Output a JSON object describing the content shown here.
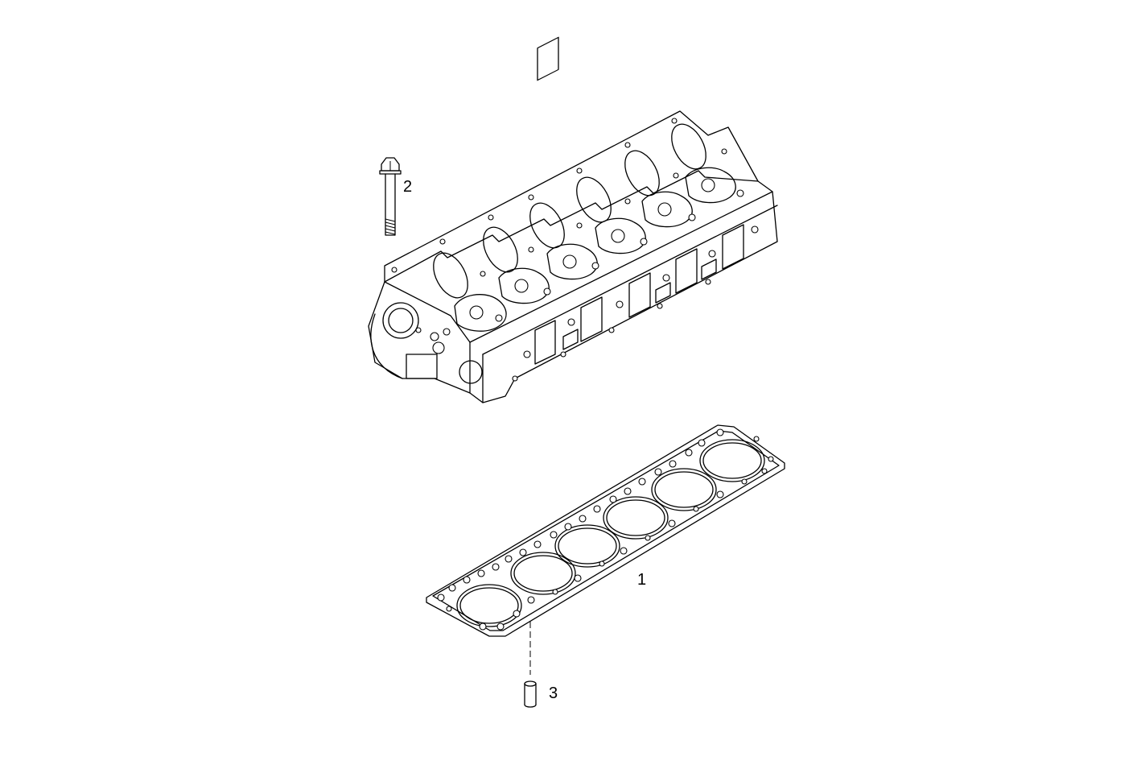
{
  "callouts": {
    "gasket": "1",
    "bolt": "2",
    "dowel": "3"
  },
  "colors": {
    "line": "#000000",
    "background": "#ffffff"
  }
}
